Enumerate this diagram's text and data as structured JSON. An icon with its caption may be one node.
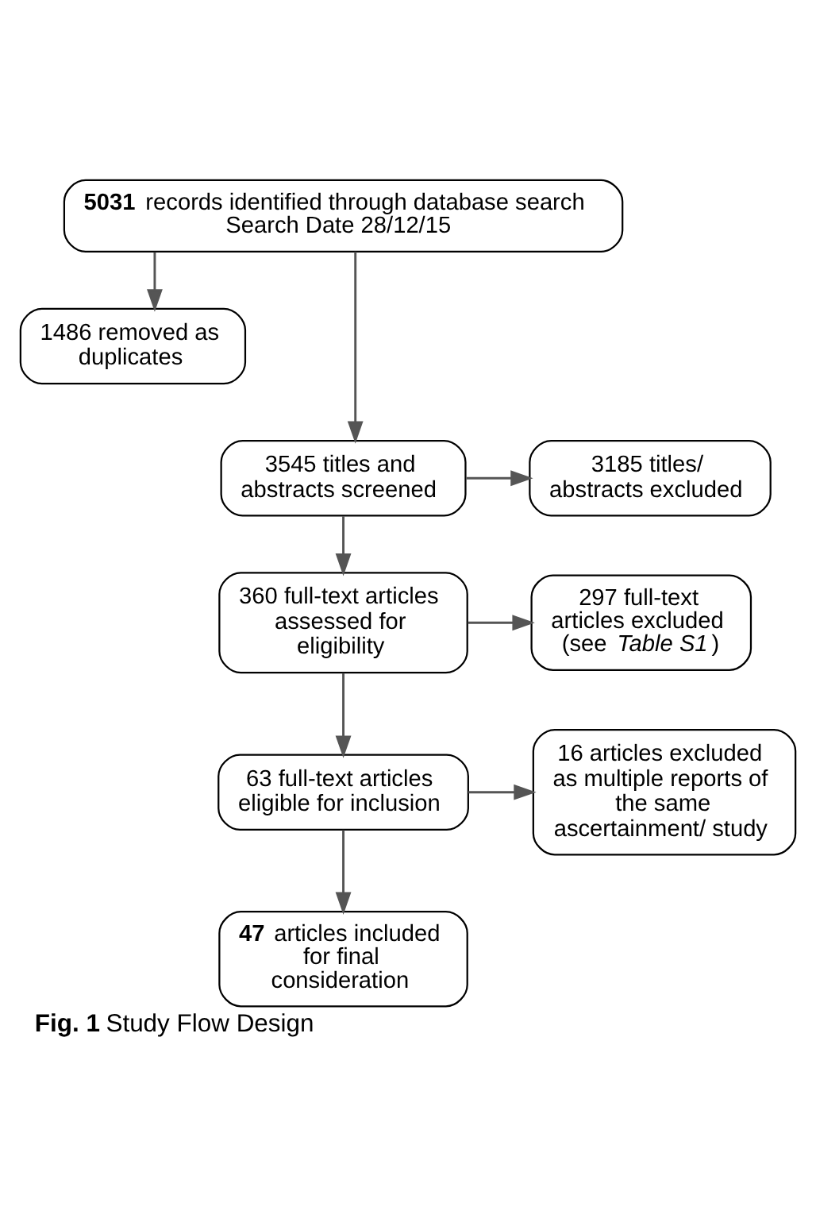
{
  "diagram": {
    "caption": "**Fig. 1** Study Flow Design",
    "nodes": [
      {
        "text": [
          "**5031** records identified through database search",
          "Search Date 28/12/15"
        ]
      },
      {
        "text": [
          "1486 removed as duplicates"
        ]
      },
      {
        "text": [
          "3545 titles and abstracts screened"
        ]
      },
      {
        "text": [
          "3185 titles/ abstracts excluded"
        ]
      },
      {
        "text": [
          "360 full-text articles assessed for eligibility"
        ]
      },
      {
        "text": [
          "297 full-text articles excluded (see *Table S1*)"
        ]
      },
      {
        "text": [
          "63 full-text articles eligible for inclusion"
        ]
      },
      {
        "text": [
          "16 articles excluded as multiple reports of the same ascertainment/ study"
        ]
      },
      {
        "text": [
          "**47** articles included for final consideration"
        ]
      }
    ],
    "edges": [
      {
        "from": 0,
        "to": 1,
        "arrow": "to"
      },
      {
        "from": 0,
        "to": 2,
        "arrow": "to"
      },
      {
        "from": 2,
        "to": 3,
        "arrow": "to"
      },
      {
        "from": 2,
        "to": 4,
        "arrow": "to"
      },
      {
        "from": 4,
        "to": 5,
        "arrow": "to"
      },
      {
        "from": 4,
        "to": 6,
        "arrow": "to"
      },
      {
        "from": 6,
        "to": 7,
        "arrow": "to"
      },
      {
        "from": 6,
        "to": 8,
        "arrow": "to"
      }
    ]
  }
}
